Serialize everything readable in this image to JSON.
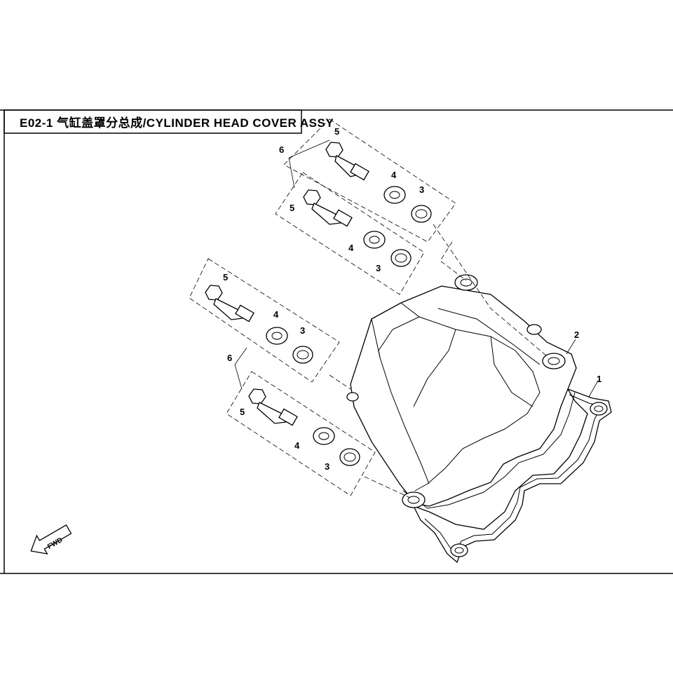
{
  "header": {
    "title": "E02-1 气缸盖罩分总成/CYLINDER HEAD COVER ASSY"
  },
  "callouts": {
    "cover": "1",
    "gasket": "2",
    "seal": "3",
    "washer": "4",
    "bolt": "5",
    "group": "6"
  },
  "direction": {
    "label": "FWD"
  }
}
